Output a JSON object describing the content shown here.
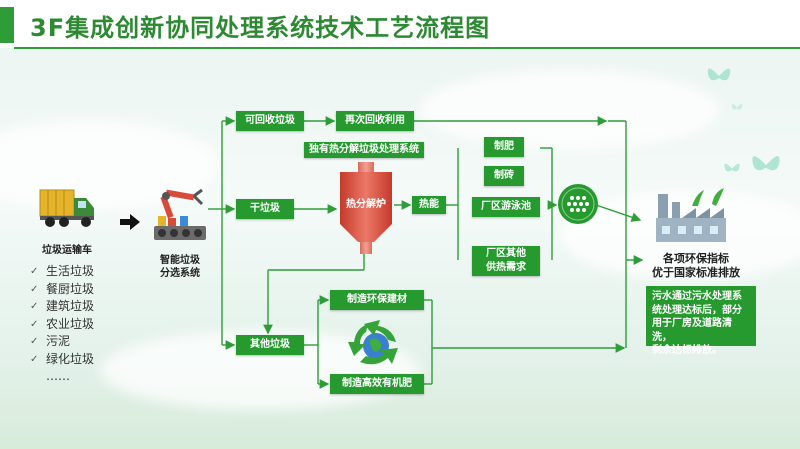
{
  "header": {
    "title": "3F集成创新协同处理系统技术工艺流程图"
  },
  "left": {
    "truck_label": "垃圾运输车",
    "waste_types": [
      "生活垃圾",
      "餐厨垃圾",
      "建筑垃圾",
      "农业垃圾",
      "污泥",
      "绿化垃圾"
    ],
    "ellipsis": "……",
    "sorter_label_1": "智能垃圾",
    "sorter_label_2": "分选系统"
  },
  "flow": {
    "recyclable": "可回收垃圾",
    "reuse": "再次回收利用",
    "pyrolysis_system": "独有热分解垃圾处理系统",
    "dry_waste": "干垃圾",
    "pyrolysis_furnace": "热分解炉",
    "heat_energy": "热能",
    "fertilizer": "制肥",
    "brick": "制砖",
    "pool": "厂区游泳池",
    "other_heat_1": "厂区其他",
    "other_heat_2": "供热需求",
    "building_material": "制造环保建材",
    "other_waste": "其他垃圾",
    "organic_fertilizer": "制造高效有机肥"
  },
  "right": {
    "standard_1": "各项环保指标",
    "standard_2": "优于国家标准排放",
    "note_lines": [
      "污水通过污水处理系",
      "统处理达标后，部分",
      "用于厂房及道路清洗，",
      "剩余达标排放。"
    ]
  },
  "colors": {
    "accent": "#26992f",
    "title": "#2d8a33",
    "line": "#2e9d38"
  }
}
